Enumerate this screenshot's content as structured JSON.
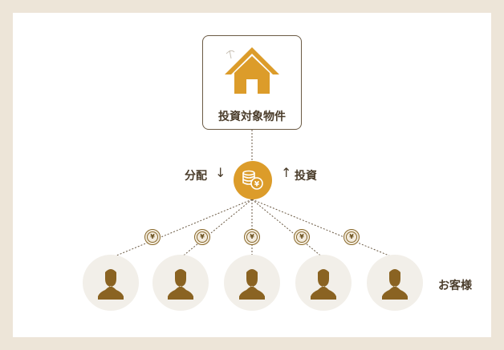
{
  "property": {
    "label": "投資対象物件",
    "icon": "house-icon"
  },
  "flows": {
    "distribution_label": "分配",
    "distribution_arrow": "↓",
    "investment_arrow": "↑",
    "investment_label": "投資"
  },
  "hub": {
    "icon": "coins-yen-icon"
  },
  "payment_coin": {
    "symbol": "¥"
  },
  "customers": {
    "label": "お客様",
    "count": 5,
    "icon": "person-icon"
  },
  "colors": {
    "accent": "#dc9c2a",
    "person": "#8a6322",
    "border": "#6b5a44",
    "background": "#ede5d8"
  }
}
